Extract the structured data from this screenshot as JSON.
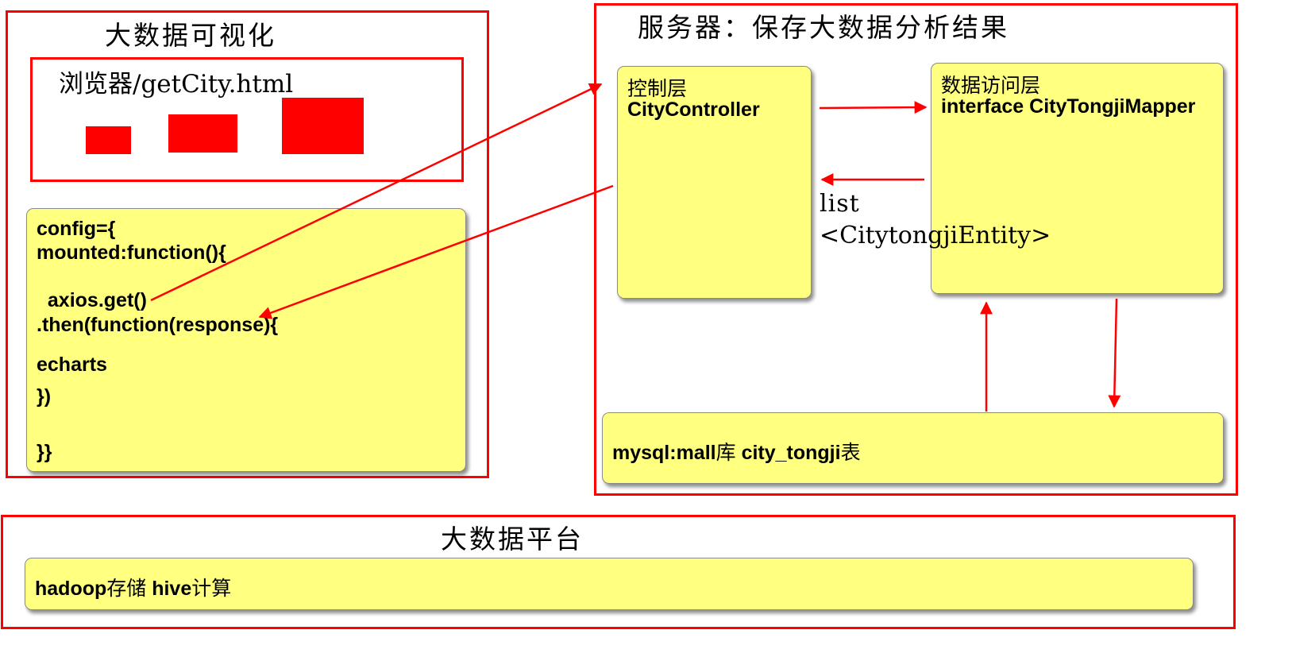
{
  "viz_panel": {
    "title": "大数据可视化",
    "browser_label": "浏览器/getCity.html",
    "code_lines": [
      "config={",
      "mounted:function(){",
      "",
      "  axios.get()",
      ".then(function(response){",
      "",
      "echarts",
      "",
      "})",
      "",
      "",
      "}}"
    ]
  },
  "server_panel": {
    "title": "服务器：保存大数据分析结果",
    "controller": {
      "layer": "控制层",
      "name": "CityController"
    },
    "mapper": {
      "layer": "数据访问层",
      "name": "interface CityTongjiMapper"
    },
    "return_label_1": "list",
    "return_label_2": "<CitytongjiEntity>",
    "db": {
      "part1": "mysql:mall",
      "part2": "库 ",
      "part3": "city_tongji",
      "part4": "表"
    }
  },
  "platform_panel": {
    "title": "大数据平台",
    "part1": "hadoop",
    "part2": "存储  ",
    "part3": "hive",
    "part4": "计算"
  },
  "colors": {
    "frame": "#ff0000",
    "note": "#ffff80",
    "arrow": "#ff0000"
  }
}
